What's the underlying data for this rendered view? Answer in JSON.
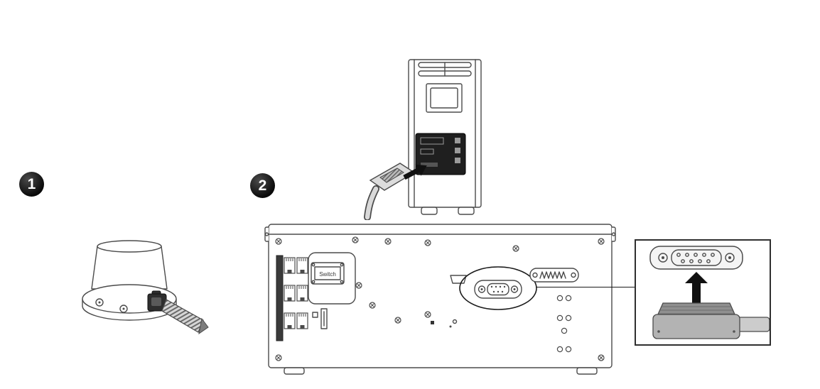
{
  "steps": [
    {
      "number": "1"
    },
    {
      "number": "2"
    }
  ],
  "chassis": {
    "switch_label": "Switch"
  },
  "icons": {
    "insert_arrow": "➔",
    "up_arrow": "▲"
  },
  "colors": {
    "line": "#4b4b4b",
    "badge_bg": "#0a0a0a",
    "badge_text": "#ffffff",
    "panel_dark": "#1f1f1f",
    "connector_gray": "#a8a8a8",
    "cable_gray": "#cccccc",
    "inset_border": "#2f2f2f"
  }
}
